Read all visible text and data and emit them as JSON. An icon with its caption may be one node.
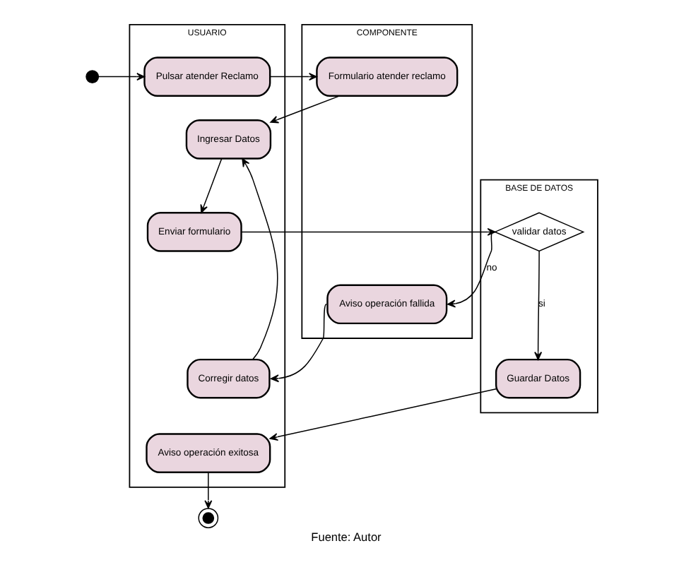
{
  "diagram": {
    "caption": "Fuente: Autor",
    "nodes": [
      {
        "text": [
          "USUARIO"
        ]
      },
      {
        "text": [
          "COMPONENTE"
        ]
      },
      {
        "text": [
          "BASE DE DATOS"
        ]
      },
      {
        "text": [],
        "shape": "circle"
      },
      {
        "text": [
          "Pulsar atender Reclamo"
        ],
        "in": 0
      },
      {
        "text": [
          "Formulario atender reclamo"
        ],
        "in": 1
      },
      {
        "text": [
          "Ingresar Datos"
        ],
        "in": 0
      },
      {
        "text": [
          "Enviar formulario"
        ],
        "in": 0
      },
      {
        "text": [
          "validar datos"
        ],
        "in": 2
      },
      {
        "text": [
          "Aviso operación fallida"
        ],
        "in": 1
      },
      {
        "text": [
          "Corregir datos"
        ],
        "in": 0
      },
      {
        "text": [
          "Guardar Datos"
        ],
        "in": 2
      },
      {
        "text": [
          "Aviso operación exitosa"
        ],
        "in": 0
      },
      {
        "text": [],
        "shape": "circle"
      }
    ],
    "edges": [
      {
        "from": 3,
        "to": 4,
        "arrow": "to"
      },
      {
        "from": 4,
        "to": 5,
        "arrow": "to"
      },
      {
        "from": 5,
        "to": 6,
        "arrow": "to"
      },
      {
        "from": 6,
        "to": 7,
        "arrow": "to"
      },
      {
        "from": 7,
        "to": 8,
        "arrow": "to"
      },
      {
        "from": 8,
        "to": 9,
        "arrow": "to",
        "label": "no"
      },
      {
        "from": 8,
        "to": 11,
        "arrow": "to",
        "label": "si"
      },
      {
        "from": 9,
        "to": 10,
        "arrow": "to"
      },
      {
        "from": 10,
        "to": 6,
        "arrow": "to"
      },
      {
        "from": 11,
        "to": 12,
        "arrow": "to"
      },
      {
        "from": 12,
        "to": 13,
        "arrow": "to"
      }
    ]
  }
}
